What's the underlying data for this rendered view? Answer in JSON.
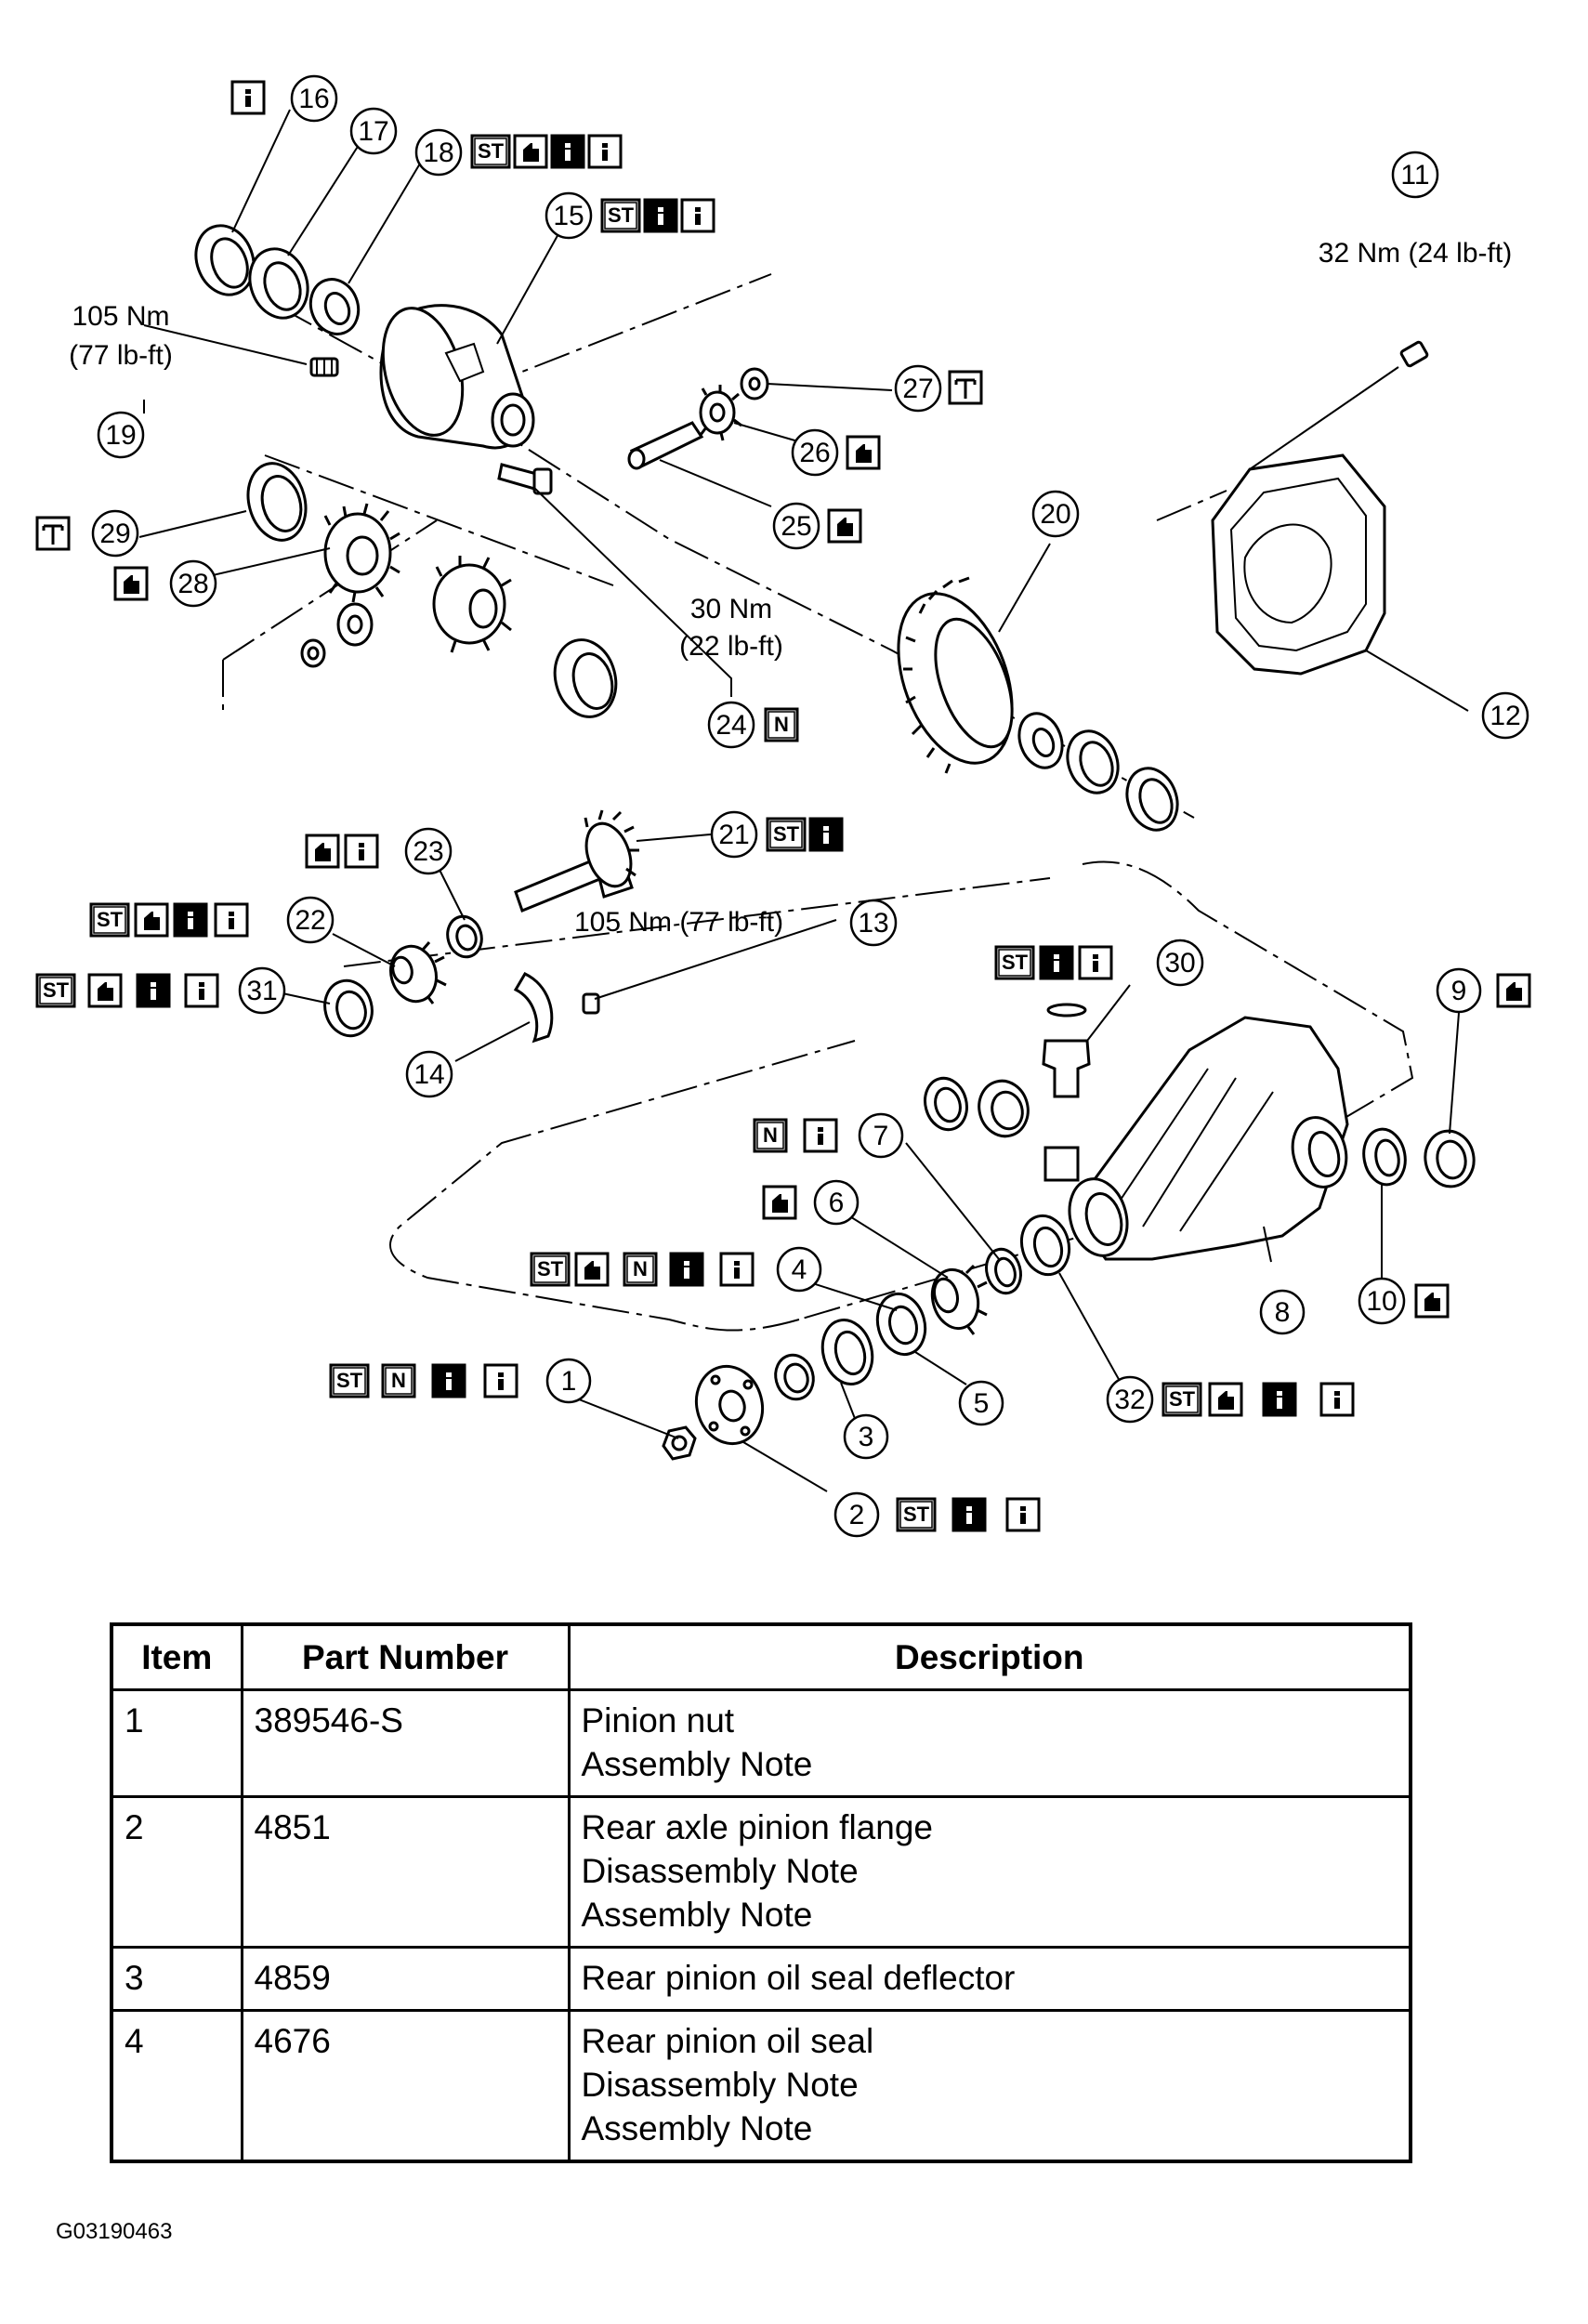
{
  "diagram": {
    "callouts": [
      "1",
      "2",
      "3",
      "4",
      "5",
      "6",
      "7",
      "8",
      "9",
      "10",
      "11",
      "12",
      "13",
      "14",
      "15",
      "16",
      "17",
      "18",
      "19",
      "20",
      "21",
      "22",
      "23",
      "24",
      "25",
      "26",
      "27",
      "28",
      "29",
      "30",
      "31",
      "32"
    ],
    "torques": {
      "t19_nm": "105 Nm",
      "t19_lbft": "(77 lb-ft)",
      "t11": "32 Nm (24 lb-ft)",
      "t24_nm": "30 Nm",
      "t24_lbft": "(22 lb-ft)",
      "t13": "105 Nm (77 lb-ft)"
    },
    "badge_labels": {
      "st": "ST",
      "n": "N"
    },
    "icons": [
      "info-icon",
      "info-inverted-icon",
      "lubricant-icon",
      "special-tool-badge",
      "new-part-badge",
      "torque-wrench-icon"
    ]
  },
  "table": {
    "headers": [
      "Item",
      "Part Number",
      "Description"
    ],
    "rows": [
      {
        "item": "1",
        "part": "389546-S",
        "desc": [
          "Pinion nut",
          "Assembly Note"
        ]
      },
      {
        "item": "2",
        "part": "4851",
        "desc": [
          "Rear axle pinion flange",
          "Disassembly Note",
          "Assembly Note"
        ]
      },
      {
        "item": "3",
        "part": "4859",
        "desc": [
          "Rear pinion oil seal deflector"
        ]
      },
      {
        "item": "4",
        "part": "4676",
        "desc": [
          "Rear pinion oil seal",
          "Disassembly Note",
          "Assembly Note"
        ]
      }
    ]
  },
  "figure_id": "G03190463"
}
